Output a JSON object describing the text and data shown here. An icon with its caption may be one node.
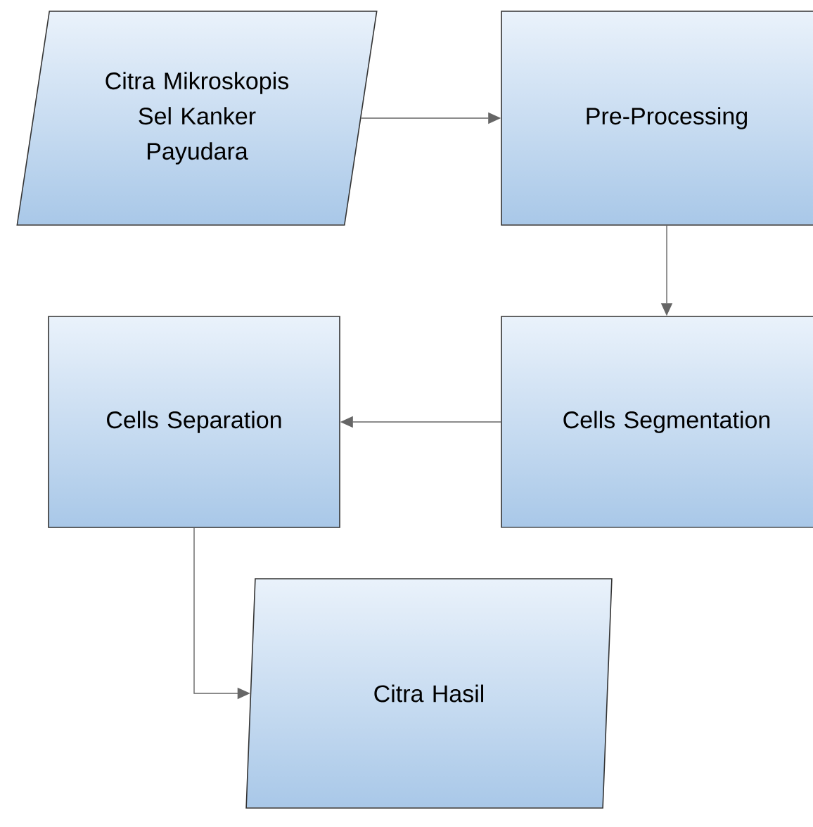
{
  "diagram": {
    "nodes": [
      {
        "text": [
          "Citra Mikroskopis Sel Kanker Payudara"
        ]
      },
      {
        "text": [
          "Pre-Processing"
        ]
      },
      {
        "text": [
          "Cells Segmentation"
        ]
      },
      {
        "text": [
          "Cells Separation"
        ]
      },
      {
        "text": [
          "Citra Hasil"
        ]
      }
    ],
    "edges": [
      {
        "from": 0,
        "to": 1,
        "arrow": "to"
      },
      {
        "from": 1,
        "to": 2,
        "arrow": "to"
      },
      {
        "from": 2,
        "to": 3,
        "arrow": "to"
      },
      {
        "from": 3,
        "to": 4,
        "arrow": "to"
      }
    ]
  }
}
